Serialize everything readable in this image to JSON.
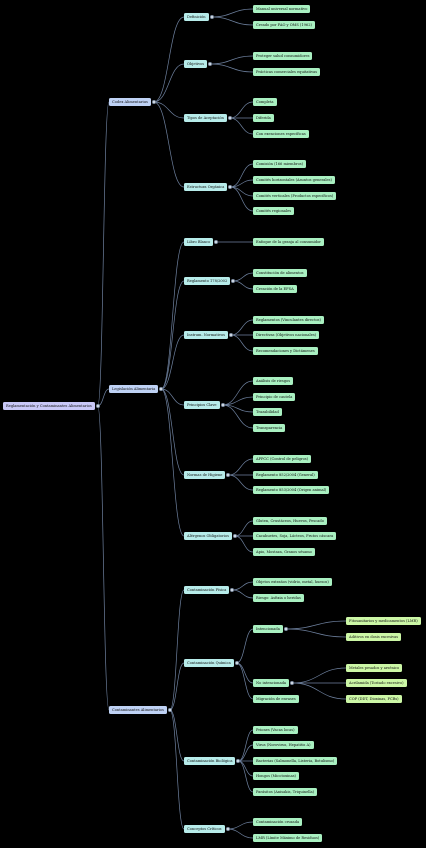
{
  "mindmap": {
    "label": "Reglamentación y Contaminantes Alimentarios",
    "children": [
      {
        "label": "Codex Alimentarius",
        "children": [
          {
            "label": "Definición",
            "children": [
              {
                "label": "Manual universal normativo"
              },
              {
                "label": "Creado por FAO y OMS (1962)"
              }
            ]
          },
          {
            "label": "Objetivos",
            "children": [
              {
                "label": "Proteger salud consumidores"
              },
              {
                "label": "Prácticas comerciales equitativas"
              }
            ]
          },
          {
            "label": "Tipos de Aceptación",
            "children": [
              {
                "label": "Completa"
              },
              {
                "label": "Diferida"
              },
              {
                "label": "Con exenciones específicas"
              }
            ]
          },
          {
            "label": "Estructura Orgánica",
            "children": [
              {
                "label": "Comisión (166 miembros)"
              },
              {
                "label": "Comités horizontales (Asuntos generales)"
              },
              {
                "label": "Comités verticales (Productos específicos)"
              },
              {
                "label": "Comités regionales"
              }
            ]
          }
        ]
      },
      {
        "label": "Legislación Alimentaria",
        "children": [
          {
            "label": "Libro Blanco",
            "children": [
              {
                "label": "Enfoque de la granja al consumidor"
              }
            ]
          },
          {
            "label": "Reglamento 178/2002",
            "children": [
              {
                "label": "Constitución de alimentos"
              },
              {
                "label": "Creación de la EFSA"
              }
            ]
          },
          {
            "label": "Instrum. Normativos",
            "children": [
              {
                "label": "Reglamentos (Vinculantes directos)"
              },
              {
                "label": "Directivas (Objetivos nacionales)"
              },
              {
                "label": "Recomendaciones y Dictámenes"
              }
            ]
          },
          {
            "label": "Principios Clave",
            "children": [
              {
                "label": "Análisis de riesgos"
              },
              {
                "label": "Principio de cautela"
              },
              {
                "label": "Trazabilidad"
              },
              {
                "label": "Transparencia"
              }
            ]
          },
          {
            "label": "Normas de Higiene",
            "children": [
              {
                "label": "APPCC (Control de peligros)"
              },
              {
                "label": "Reglamento 852/2004 (General)"
              },
              {
                "label": "Reglamento 853/2004 (Origen animal)"
              }
            ]
          },
          {
            "label": "Alérgenos Obligatorios",
            "children": [
              {
                "label": "Gluten, Crustáceos, Huevos, Pescado"
              },
              {
                "label": "Cacahuetes, Soja, Lácteos, Frutos cáscara"
              },
              {
                "label": "Apio, Mostaza, Granos sésamo"
              }
            ]
          }
        ]
      },
      {
        "label": "Contaminantes Alimentarios",
        "children": [
          {
            "label": "Contaminación Física",
            "children": [
              {
                "label": "Objetos extraños (vidrio, metal, huesos)"
              },
              {
                "label": "Riesgo: Asfixia o heridas"
              }
            ]
          },
          {
            "label": "Contaminación Química",
            "children": [
              {
                "label": "Intencionada",
                "children": [
                  {
                    "label": "Fitosanitarios y medicamentos (LMR)"
                  },
                  {
                    "label": "Aditivos en dosis excesivas"
                  }
                ]
              },
              {
                "label": "No intencionada",
                "children": [
                  {
                    "label": "Metales pesados y arsénico"
                  },
                  {
                    "label": "Acrilamida (Tostado excesivo)"
                  },
                  {
                    "label": "COP (DDT, Dioxinas, PCBs)"
                  }
                ]
              },
              {
                "label": "Migración de envases"
              }
            ]
          },
          {
            "label": "Contaminación Biológica",
            "children": [
              {
                "label": "Priones (Vacas locas)"
              },
              {
                "label": "Virus (Norovirus, Hepatitis A)"
              },
              {
                "label": "Bacterias (Salmonella, Listeria, Botulismo)"
              },
              {
                "label": "Hongos (Micotoxinas)"
              },
              {
                "label": "Parásitos (Anisakis, Triquinella)"
              }
            ]
          },
          {
            "label": "Conceptos Críticos",
            "children": [
              {
                "label": "Contaminación cruzada"
              },
              {
                "label": "LMR (Límite Máximo de Residuos)"
              }
            ]
          }
        ]
      }
    ]
  }
}
